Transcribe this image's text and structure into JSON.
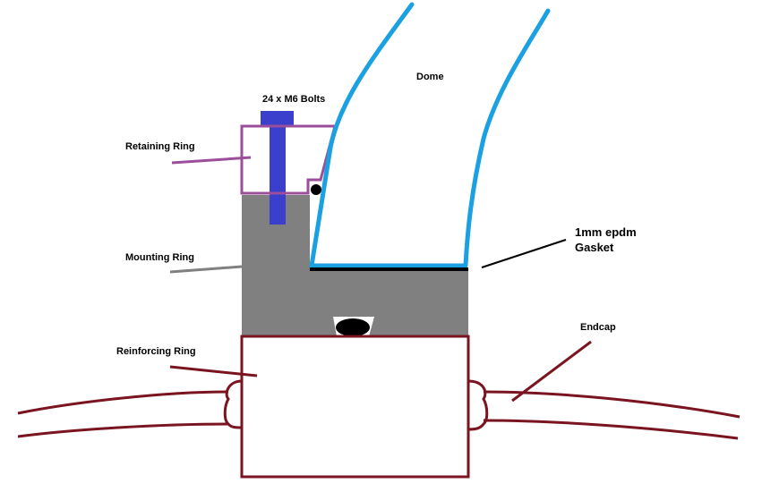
{
  "labels": {
    "dome": "Dome",
    "bolts": "24 x M6 Bolts",
    "retaining_ring": "Retaining Ring",
    "mounting_ring": "Mounting Ring",
    "gasket_line1": "1mm epdm",
    "gasket_line2": "Gasket",
    "reinforcing_ring": "Reinforcing Ring",
    "endcap": "Endcap"
  },
  "colors": {
    "dome": "#1ba1e2",
    "retaining_ring": "#9b4f9b",
    "bolt": "#3a3fcc",
    "mounting_ring": "#808080",
    "reinforcing_ring": "#7a1420",
    "gasket": "#000000",
    "oring": "#000000"
  }
}
